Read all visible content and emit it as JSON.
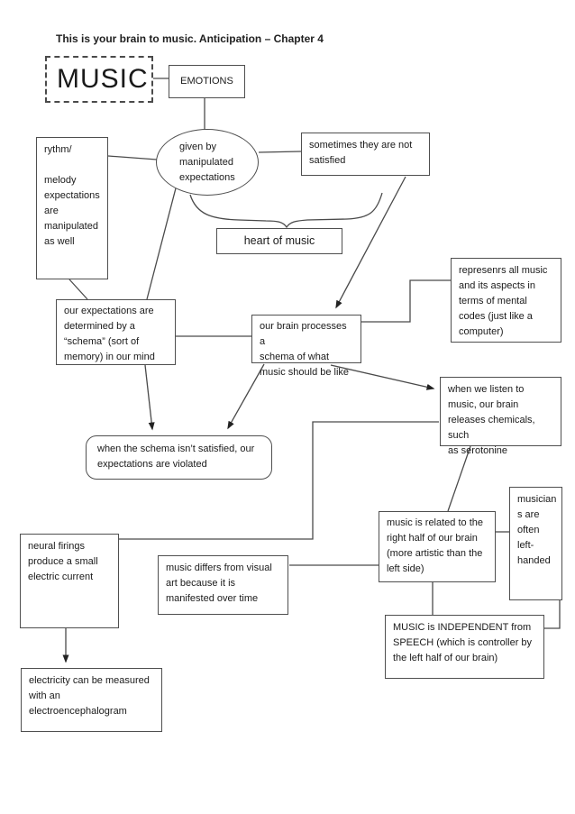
{
  "page": {
    "title": "This is your brain to music. Anticipation – Chapter 4"
  },
  "colors": {
    "background": "#ffffff",
    "border": "#4f4f4f",
    "line": "#4a4a4a",
    "text": "#1a1a1a"
  },
  "nodes": {
    "music": {
      "label": "MUSIC"
    },
    "emotions": {
      "label": "EMOTIONS"
    },
    "rhythm": {
      "text": "rythm/\n\nmelody\nexpectations\nare\nmanipulated\nas well"
    },
    "given_by": {
      "text": "given by\nmanipulated\nexpectations"
    },
    "sometimes": {
      "text": "sometimes they are not\nsatisfied"
    },
    "heart": {
      "text": "heart of music"
    },
    "schema": {
      "text": "our expectations are\ndetermined by a\n“schema” (sort of\nmemory) in our mind"
    },
    "brain_schema": {
      "text": "our brain processes a\nschema of what\nmusic should be like"
    },
    "represents": {
      "text": "represenrs all music\nand its aspects in\nterms of mental\ncodes (just like a\ncomputer)"
    },
    "serotonin": {
      "text": "when we listen to\nmusic, our brain\nreleases chemicals, such\nas serotonine"
    },
    "violated": {
      "text": "when the schema isn’t satisfied, our\nexpectations are violated"
    },
    "right_brain": {
      "text": "music is related to the\nright half of our brain\n(more artistic than the\nleft side)"
    },
    "musicians": {
      "text": "musician\ns are\noften\nleft-\nhanded"
    },
    "neural": {
      "text": "neural firings\nproduce a small\nelectric current"
    },
    "differs": {
      "text": "music differs from visual\nart because it is\nmanifested over time"
    },
    "independent": {
      "text": "MUSIC is INDEPENDENT from\nSPEECH (which is controller by\nthe left half of our brain)"
    },
    "electricity": {
      "text": "electricity can be measured\nwith an\nelectroencephalogram"
    }
  }
}
